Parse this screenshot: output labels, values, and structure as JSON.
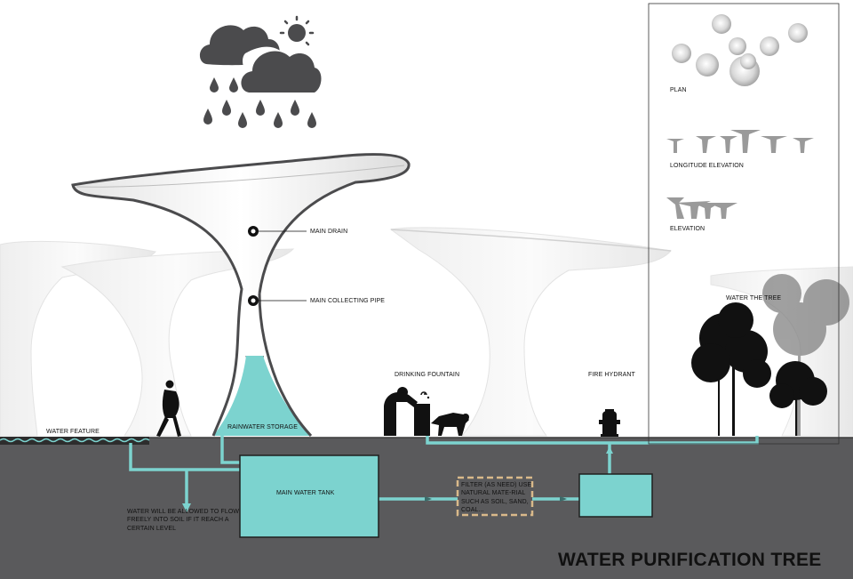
{
  "title": "WATER PURIFICATION TREE",
  "labels": {
    "main_drain": "MAIN DRAIN",
    "main_collecting_pipe": "MAIN COLLECTING PIPE",
    "drinking_fountain": "DRINKING FOUNTAIN",
    "fire_hydrant": "FIRE HYDRANT",
    "water_the_tree": "WATER THE TREE",
    "water_feature": "WATER FEATURE",
    "rainwater_storage": "RAINWATER STORAGE",
    "main_water_tank": "MAIN WATER TANK",
    "overflow_note": "WATER WILL BE ALLOWED TO FLOW FREELY INTO SOIL IF IT REACH A CERTAIN LEVEL",
    "filter_note": "FILTER (AS NEED) USE NATURAL MATE-RIAL SUCH AS SOIL, SAND, COAL..."
  },
  "views": {
    "plan": "PLAN",
    "longitude_elevation": "LONGITUDE ELEVATION",
    "elevation": "ELEVATION"
  },
  "colors": {
    "water": "#7cd3cf",
    "ground": "#5a5a5c",
    "cloud": "#4b4b4d",
    "canopy": "#f2f2f2"
  },
  "icons": [
    "cloud-sun-icon",
    "rain-drops-icon",
    "pedestrian-icon",
    "drinking-fountain-icon",
    "dog-icon",
    "fire-hydrant-icon",
    "tree-icon"
  ]
}
